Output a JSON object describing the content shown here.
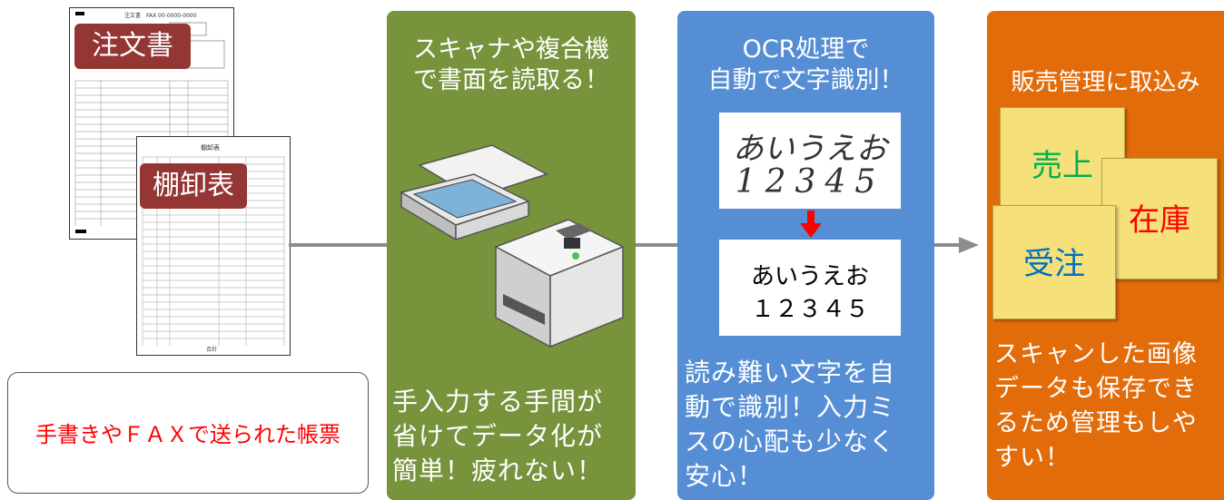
{
  "documents": {
    "order_form_label": "注文書",
    "inventory_label": "棚卸表",
    "order_form_header": "注文書　ＦＡＸ 00-0000-0000",
    "inventory_header": "棚卸表",
    "inventory_footer": "合計"
  },
  "callout": {
    "text": "手書きやＦＡＸで送られた帳票"
  },
  "steps": [
    {
      "title": "スキャナや複合機で書面を読取る！",
      "title_lines": [
        "スキャナや複合機",
        "で書面を読取る！"
      ],
      "body_lines": [
        "手入力する手間が",
        "省けてデータ化が",
        "簡単！疲れない！"
      ],
      "color": "#77933c"
    },
    {
      "title_lines": [
        "OCR処理で",
        "自動で文字識別！"
      ],
      "handwritten_lines": [
        "あいうえお",
        "12345"
      ],
      "recognized_lines": [
        "あいうえお",
        "１２３４５"
      ],
      "body_lines": [
        "読み難い文字を自",
        "動で識別！入力ミ",
        "スの心配も少なく",
        "安心！"
      ],
      "color": "#558ed5"
    },
    {
      "title_lines": [
        "販売管理に取込み"
      ],
      "notes": [
        {
          "label": "売上",
          "color": "#00b050"
        },
        {
          "label": "在庫",
          "color": "#ff0000"
        },
        {
          "label": "受注",
          "color": "#0070c0"
        }
      ],
      "body_lines": [
        "スキャンした画像",
        "データも保存でき",
        "るため管理もしや",
        "すい！"
      ],
      "color": "#e36c0a"
    }
  ]
}
